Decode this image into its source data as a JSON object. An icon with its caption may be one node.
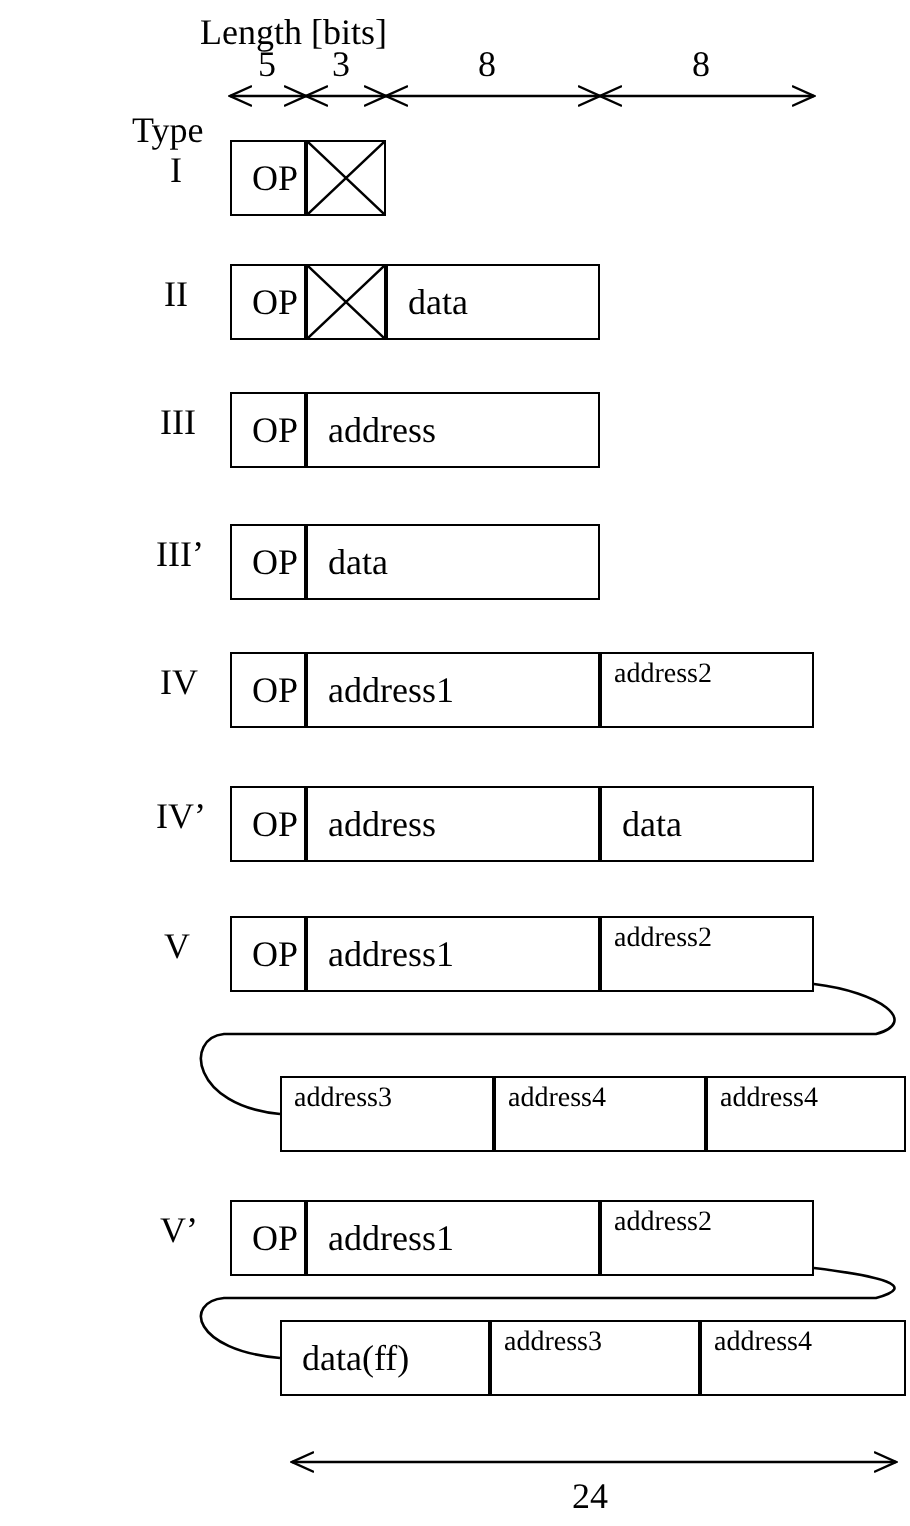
{
  "diagram": {
    "nodes": [
      {
        "text": [
          "OP"
        ]
      },
      {
        "text": [],
        "shape": "box"
      },
      {
        "text": [
          "OP"
        ]
      },
      {
        "text": [],
        "shape": "box"
      },
      {
        "text": [
          "data"
        ]
      },
      {
        "text": [
          "OP"
        ]
      },
      {
        "text": [
          "address"
        ]
      },
      {
        "text": [
          "OP"
        ]
      },
      {
        "text": [
          "data"
        ]
      },
      {
        "text": [
          "OP"
        ]
      },
      {
        "text": [
          "address1"
        ]
      },
      {
        "text": [
          "address2"
        ]
      },
      {
        "text": [
          "OP"
        ]
      },
      {
        "text": [
          "address"
        ]
      },
      {
        "text": [
          "data"
        ]
      },
      {
        "text": [
          "OP"
        ]
      },
      {
        "text": [
          "address1"
        ]
      },
      {
        "text": [
          "address2"
        ]
      },
      {
        "text": [
          "address3"
        ]
      },
      {
        "text": [
          "address4"
        ]
      },
      {
        "text": [
          "address4"
        ]
      },
      {
        "text": [
          "OP"
        ]
      },
      {
        "text": [
          "address1"
        ]
      },
      {
        "text": [
          "address2"
        ]
      },
      {
        "text": [
          "data(ff)"
        ]
      },
      {
        "text": [
          "address3"
        ]
      },
      {
        "text": [
          "address4"
        ]
      }
    ],
    "edges": [
      {
        "from": 17,
        "to": 18,
        "arrow": "none"
      },
      {
        "from": 23,
        "to": 24,
        "arrow": "none"
      }
    ],
    "labels": [
      "Length [bits]",
      "5",
      "3",
      "8",
      "8",
      "Type",
      "I",
      "II",
      "III",
      "III’",
      "IV",
      "IV’",
      "V",
      "V’",
      "24"
    ]
  }
}
